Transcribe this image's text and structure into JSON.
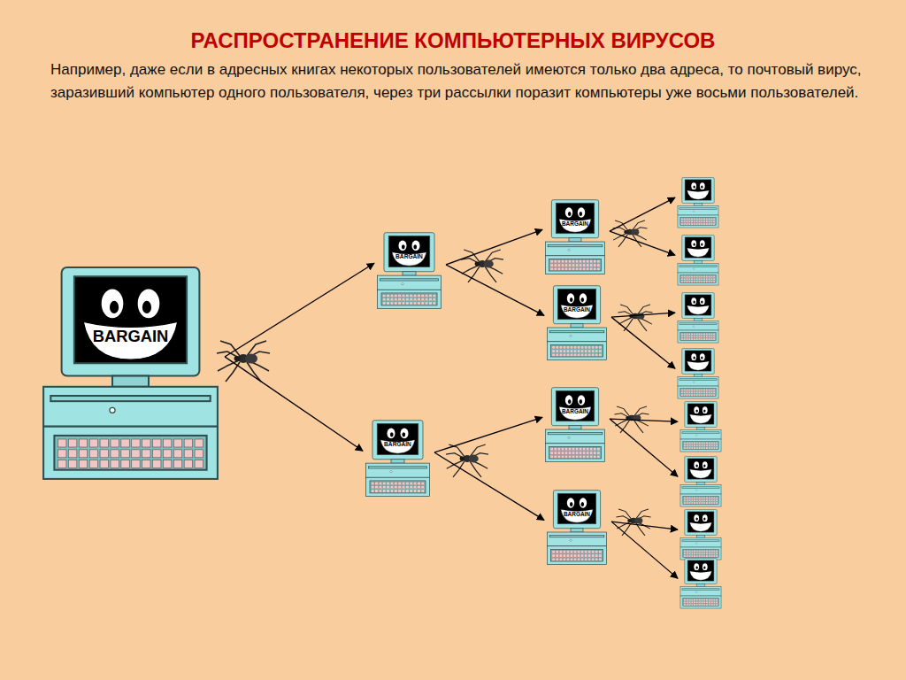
{
  "diagram": {
    "title": "РАСПРОСТРАНЕНИЕ КОМПЬЮТЕРНЫХ ВИРУСОВ",
    "nodes": [
      {
        "text": [
          "BARGAIN"
        ]
      },
      {
        "text": [
          "BARGAIN"
        ]
      },
      {
        "text": [
          "BARGAIN"
        ]
      },
      {
        "text": [
          "BARGAIN"
        ]
      },
      {
        "text": [
          "BARGAIN"
        ]
      },
      {
        "text": [
          "BARGAIN"
        ]
      },
      {
        "text": [
          "BARGAIN"
        ]
      },
      {
        "text": []
      },
      {
        "text": []
      },
      {
        "text": []
      },
      {
        "text": []
      },
      {
        "text": []
      },
      {
        "text": []
      },
      {
        "text": []
      },
      {
        "text": []
      }
    ],
    "edges": [
      {
        "from": 0,
        "to": 1,
        "arrow": "to"
      },
      {
        "from": 0,
        "to": 2,
        "arrow": "to"
      },
      {
        "from": 1,
        "to": 3,
        "arrow": "to"
      },
      {
        "from": 1,
        "to": 4,
        "arrow": "to"
      },
      {
        "from": 2,
        "to": 5,
        "arrow": "to"
      },
      {
        "from": 2,
        "to": 6,
        "arrow": "to"
      },
      {
        "from": 3,
        "to": 7,
        "arrow": "to"
      },
      {
        "from": 3,
        "to": 8,
        "arrow": "to"
      },
      {
        "from": 4,
        "to": 9,
        "arrow": "to"
      },
      {
        "from": 4,
        "to": 10,
        "arrow": "to"
      },
      {
        "from": 5,
        "to": 11,
        "arrow": "to"
      },
      {
        "from": 5,
        "to": 12,
        "arrow": "to"
      },
      {
        "from": 6,
        "to": 13,
        "arrow": "to"
      },
      {
        "from": 6,
        "to": 14,
        "arrow": "to"
      }
    ],
    "labels": [
      "Например, даже если в адресных книгах некоторых пользователей имеются только два адреса, то почтовый вирус, заразивший компьютер одного пользователя, через три рассылки поразит компьютеры уже восьми пользователей."
    ]
  }
}
